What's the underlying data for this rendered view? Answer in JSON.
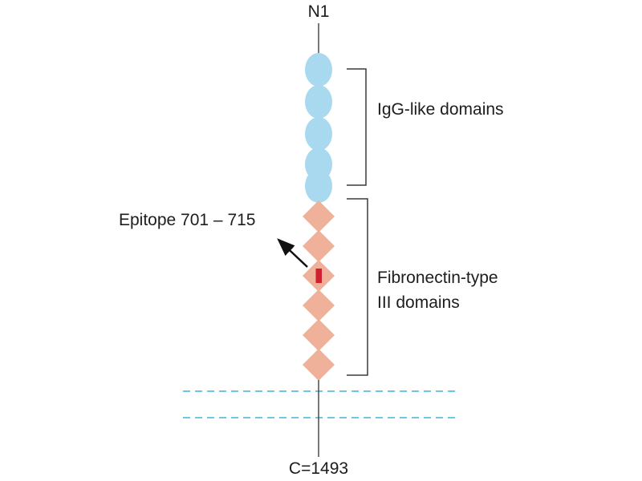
{
  "diagram": {
    "top_label": "N1",
    "bottom_label": "C=1493",
    "epitope_label": "Epitope 701 – 715",
    "igg_bracket_label": "IgG-like domains",
    "fn3_bracket_label_line1": "Fibronectin-type",
    "fn3_bracket_label_line2": "III domains",
    "igg_domain_count": 5,
    "fn3_domain_count": 6,
    "colors": {
      "igg_domain": "#a9d9ef",
      "fn3_domain": "#f0b19b",
      "epitope_marker": "#cf2030",
      "membrane_line": "#3fb6da",
      "backbone": "#4a4a4a",
      "bracket": "#3a3a3a",
      "arrow": "#111111"
    }
  }
}
